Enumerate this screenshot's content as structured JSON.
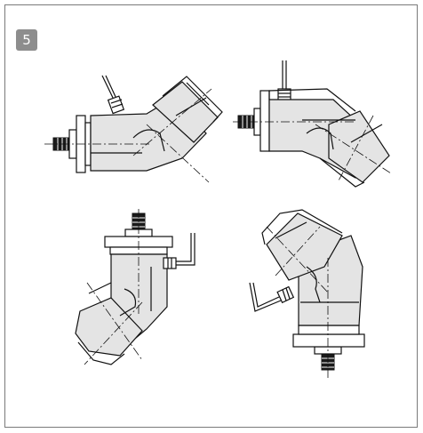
{
  "step": {
    "number": "5",
    "badge_color": "#8d8d8d"
  },
  "figure": {
    "views": [
      {
        "id": "top-left",
        "shaft": "left",
        "cable": "up"
      },
      {
        "id": "top-right",
        "shaft": "left",
        "cable": "up"
      },
      {
        "id": "bottom-left",
        "shaft": "up",
        "cable": "right"
      },
      {
        "id": "bottom-right",
        "shaft": "down",
        "cable": "left"
      }
    ],
    "fill_color": "#e4e4e4",
    "line_color": "#111111"
  }
}
